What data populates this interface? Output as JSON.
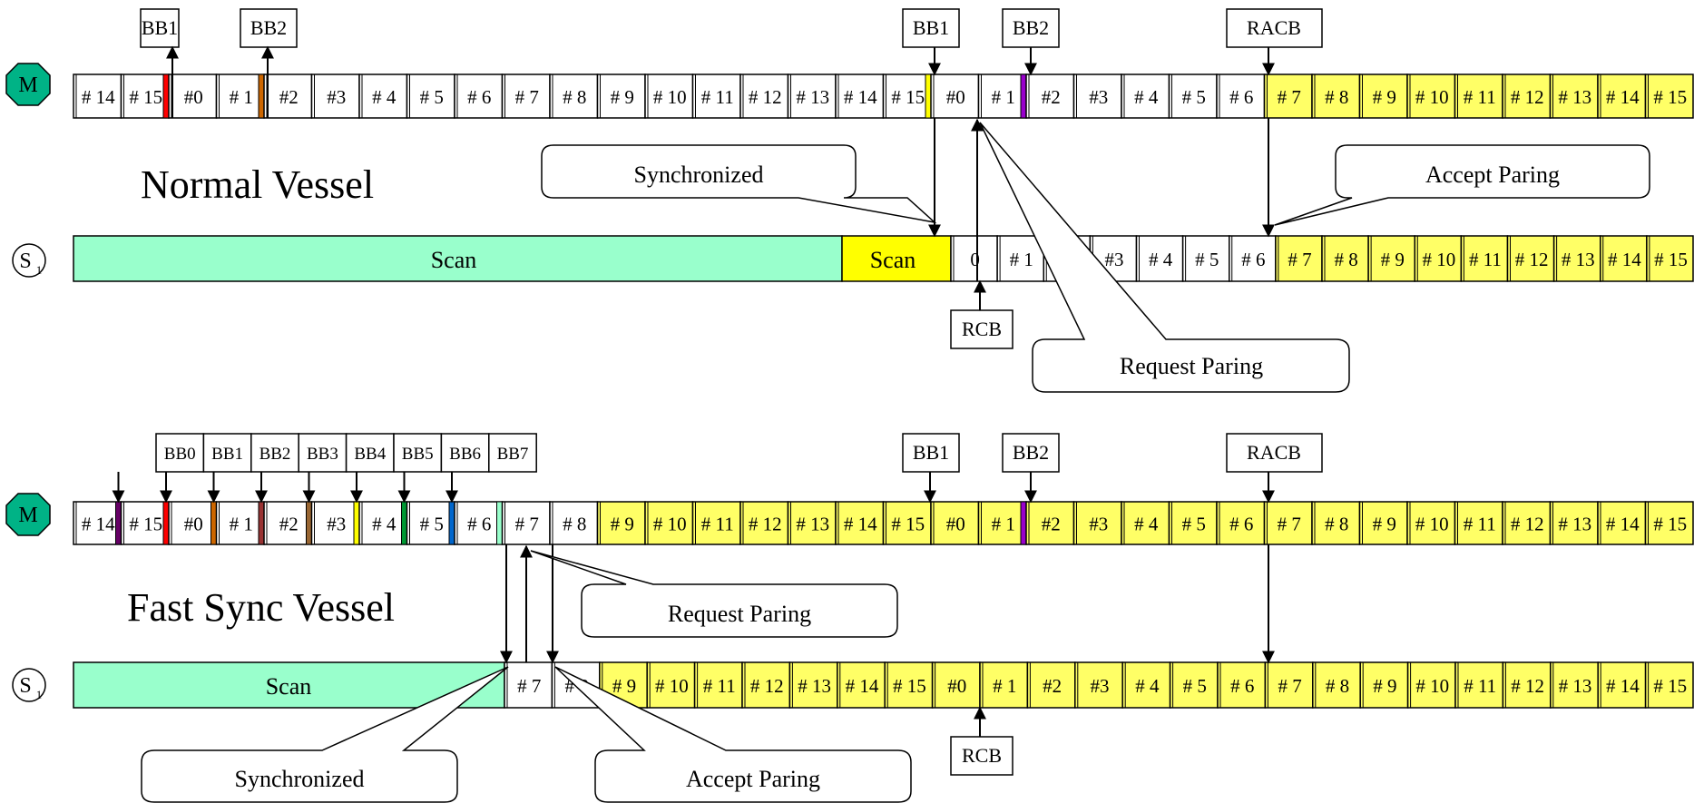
{
  "colors": {
    "scan": "#99ffcc",
    "highlight": "#ffff66",
    "scan_strong": "#ffff00",
    "master": "#00b386",
    "red": "#ff0000",
    "orange": "#cc6600",
    "purple": "#9900cc",
    "yellow": "#ffff00",
    "darkred": "#993333",
    "brown": "#996633",
    "green": "#009933",
    "blue": "#0066cc",
    "darkpurple": "#660066",
    "mint": "#99ffcc",
    "white": "#ffffff"
  },
  "top": {
    "title": "Normal Vessel",
    "master_label": "M",
    "slave_label": "S",
    "slave_sub": "1",
    "master_slots": [
      {
        "label": "# 14"
      },
      {
        "label": "# 15",
        "marker": "red"
      },
      {
        "label": "#0"
      },
      {
        "label": "# 1",
        "marker": "orange"
      },
      {
        "label": "#2"
      },
      {
        "label": "#3"
      },
      {
        "label": "# 4"
      },
      {
        "label": "# 5"
      },
      {
        "label": "# 6"
      },
      {
        "label": "# 7"
      },
      {
        "label": "# 8"
      },
      {
        "label": "# 9"
      },
      {
        "label": "# 10"
      },
      {
        "label": "# 11"
      },
      {
        "label": "# 12"
      },
      {
        "label": "# 13"
      },
      {
        "label": "# 14"
      },
      {
        "label": "# 15",
        "marker": "yellow"
      },
      {
        "label": "#0"
      },
      {
        "label": "# 1",
        "marker": "purple"
      },
      {
        "label": "#2"
      },
      {
        "label": "#3"
      },
      {
        "label": "# 4"
      },
      {
        "label": "# 5"
      },
      {
        "label": "# 6"
      },
      {
        "label": "# 7",
        "hl": true
      },
      {
        "label": "# 8",
        "hl": true
      },
      {
        "label": "# 9",
        "hl": true
      },
      {
        "label": "# 10",
        "hl": true
      },
      {
        "label": "# 11",
        "hl": true
      },
      {
        "label": "# 12",
        "hl": true
      },
      {
        "label": "# 13",
        "hl": true
      },
      {
        "label": "# 14",
        "hl": true
      },
      {
        "label": "# 15",
        "hl": true
      }
    ],
    "slave_scan_label": "Scan",
    "slave_scan2_label": "Scan",
    "slave_slots": [
      {
        "label": "0"
      },
      {
        "label": "# 1"
      },
      {
        "label": "#2"
      },
      {
        "label": "#3"
      },
      {
        "label": "# 4"
      },
      {
        "label": "# 5"
      },
      {
        "label": "# 6"
      },
      {
        "label": "# 7",
        "hl": true
      },
      {
        "label": "# 8",
        "hl": true
      },
      {
        "label": "# 9",
        "hl": true
      },
      {
        "label": "# 10",
        "hl": true
      },
      {
        "label": "# 11",
        "hl": true
      },
      {
        "label": "# 12",
        "hl": true
      },
      {
        "label": "# 13",
        "hl": true
      },
      {
        "label": "# 14",
        "hl": true
      },
      {
        "label": "# 15",
        "hl": true
      }
    ],
    "boxes": [
      "BB1",
      "BB2",
      "BB1",
      "BB2",
      "RACB",
      "RCB"
    ],
    "callouts": [
      "Synchronized",
      "Accept Paring",
      "Request Paring"
    ]
  },
  "bottom": {
    "title": "Fast Sync Vessel",
    "master_label": "M",
    "slave_label": "S",
    "slave_sub": "1",
    "master_slots": [
      {
        "label": "# 14",
        "marker": "darkpurple"
      },
      {
        "label": "# 15",
        "marker": "red"
      },
      {
        "label": "#0",
        "marker": "orange"
      },
      {
        "label": "# 1",
        "marker": "darkred"
      },
      {
        "label": "#2",
        "marker": "brown"
      },
      {
        "label": "#3",
        "marker": "yellow"
      },
      {
        "label": "# 4",
        "marker": "green"
      },
      {
        "label": "# 5",
        "marker": "blue"
      },
      {
        "label": "# 6",
        "marker": "mint"
      },
      {
        "label": "# 7"
      },
      {
        "label": "# 8"
      },
      {
        "label": "# 9",
        "hl": true
      },
      {
        "label": "# 10",
        "hl": true
      },
      {
        "label": "# 11",
        "hl": true
      },
      {
        "label": "# 12",
        "hl": true
      },
      {
        "label": "# 13",
        "hl": true
      },
      {
        "label": "# 14",
        "hl": true
      },
      {
        "label": "# 15",
        "hl": true
      },
      {
        "label": "#0",
        "hl": true
      },
      {
        "label": "# 1",
        "hl": true,
        "marker": "purple"
      },
      {
        "label": "#2",
        "hl": true
      },
      {
        "label": "#3",
        "hl": true
      },
      {
        "label": "# 4",
        "hl": true
      },
      {
        "label": "# 5",
        "hl": true
      },
      {
        "label": "# 6",
        "hl": true
      },
      {
        "label": "# 7",
        "hl": true
      },
      {
        "label": "# 8",
        "hl": true
      },
      {
        "label": "# 9",
        "hl": true
      },
      {
        "label": "# 10",
        "hl": true
      },
      {
        "label": "# 11",
        "hl": true
      },
      {
        "label": "# 12",
        "hl": true
      },
      {
        "label": "# 13",
        "hl": true
      },
      {
        "label": "# 14",
        "hl": true
      },
      {
        "label": "# 15",
        "hl": true
      }
    ],
    "slave_scan_label": "Scan",
    "slave_slots": [
      {
        "label": "# 7"
      },
      {
        "label": "# 8"
      },
      {
        "label": "# 9",
        "hl": true
      },
      {
        "label": "# 10",
        "hl": true
      },
      {
        "label": "# 11",
        "hl": true
      },
      {
        "label": "# 12",
        "hl": true
      },
      {
        "label": "# 13",
        "hl": true
      },
      {
        "label": "# 14",
        "hl": true
      },
      {
        "label": "# 15",
        "hl": true
      },
      {
        "label": "#0",
        "hl": true
      },
      {
        "label": "# 1",
        "hl": true
      },
      {
        "label": "#2",
        "hl": true
      },
      {
        "label": "#3",
        "hl": true
      },
      {
        "label": "# 4",
        "hl": true
      },
      {
        "label": "# 5",
        "hl": true
      },
      {
        "label": "# 6",
        "hl": true
      },
      {
        "label": "# 7",
        "hl": true
      },
      {
        "label": "# 8",
        "hl": true
      },
      {
        "label": "# 9",
        "hl": true
      },
      {
        "label": "# 10",
        "hl": true
      },
      {
        "label": "# 11",
        "hl": true
      },
      {
        "label": "# 12",
        "hl": true
      },
      {
        "label": "# 13",
        "hl": true
      },
      {
        "label": "# 14",
        "hl": true
      },
      {
        "label": "# 15",
        "hl": true
      }
    ],
    "bb_boxes": [
      "BB0",
      "BB1",
      "BB2",
      "BB3",
      "BB4",
      "BB5",
      "BB6",
      "BB7"
    ],
    "boxes": [
      "BB1",
      "BB2",
      "RACB",
      "RCB"
    ],
    "callouts": [
      "Request Paring",
      "Synchronized",
      "Accept Paring"
    ]
  }
}
